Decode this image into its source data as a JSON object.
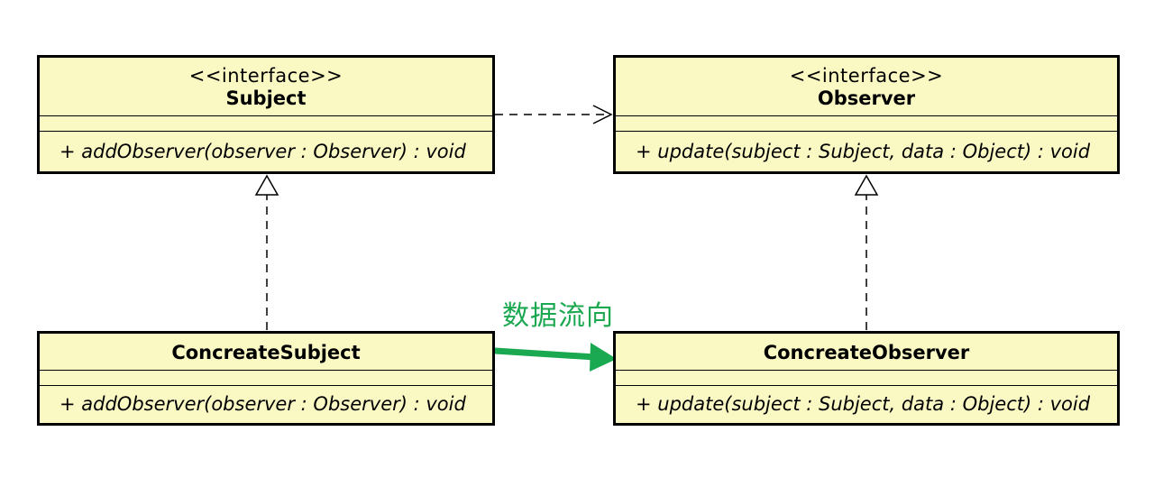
{
  "classes": {
    "subject": {
      "stereotype": "<<interface>>",
      "name": "Subject",
      "operation": "+ addObserver(observer : Observer) : void"
    },
    "observer": {
      "stereotype": "<<interface>>",
      "name": "Observer",
      "operation": "+ update(subject : Subject, data : Object) : void"
    },
    "concrete_subject": {
      "name": "ConcreateSubject",
      "operation": "+ addObserver(observer : Observer) : void"
    },
    "concrete_observer": {
      "name": "ConcreateObserver",
      "operation": "+ update(subject : Subject, data : Object) : void"
    }
  },
  "data_flow_label": "数据流向",
  "colors": {
    "class_fill": "#fbf9c3",
    "border": "#000000",
    "flow_arrow": "#1aa850"
  }
}
